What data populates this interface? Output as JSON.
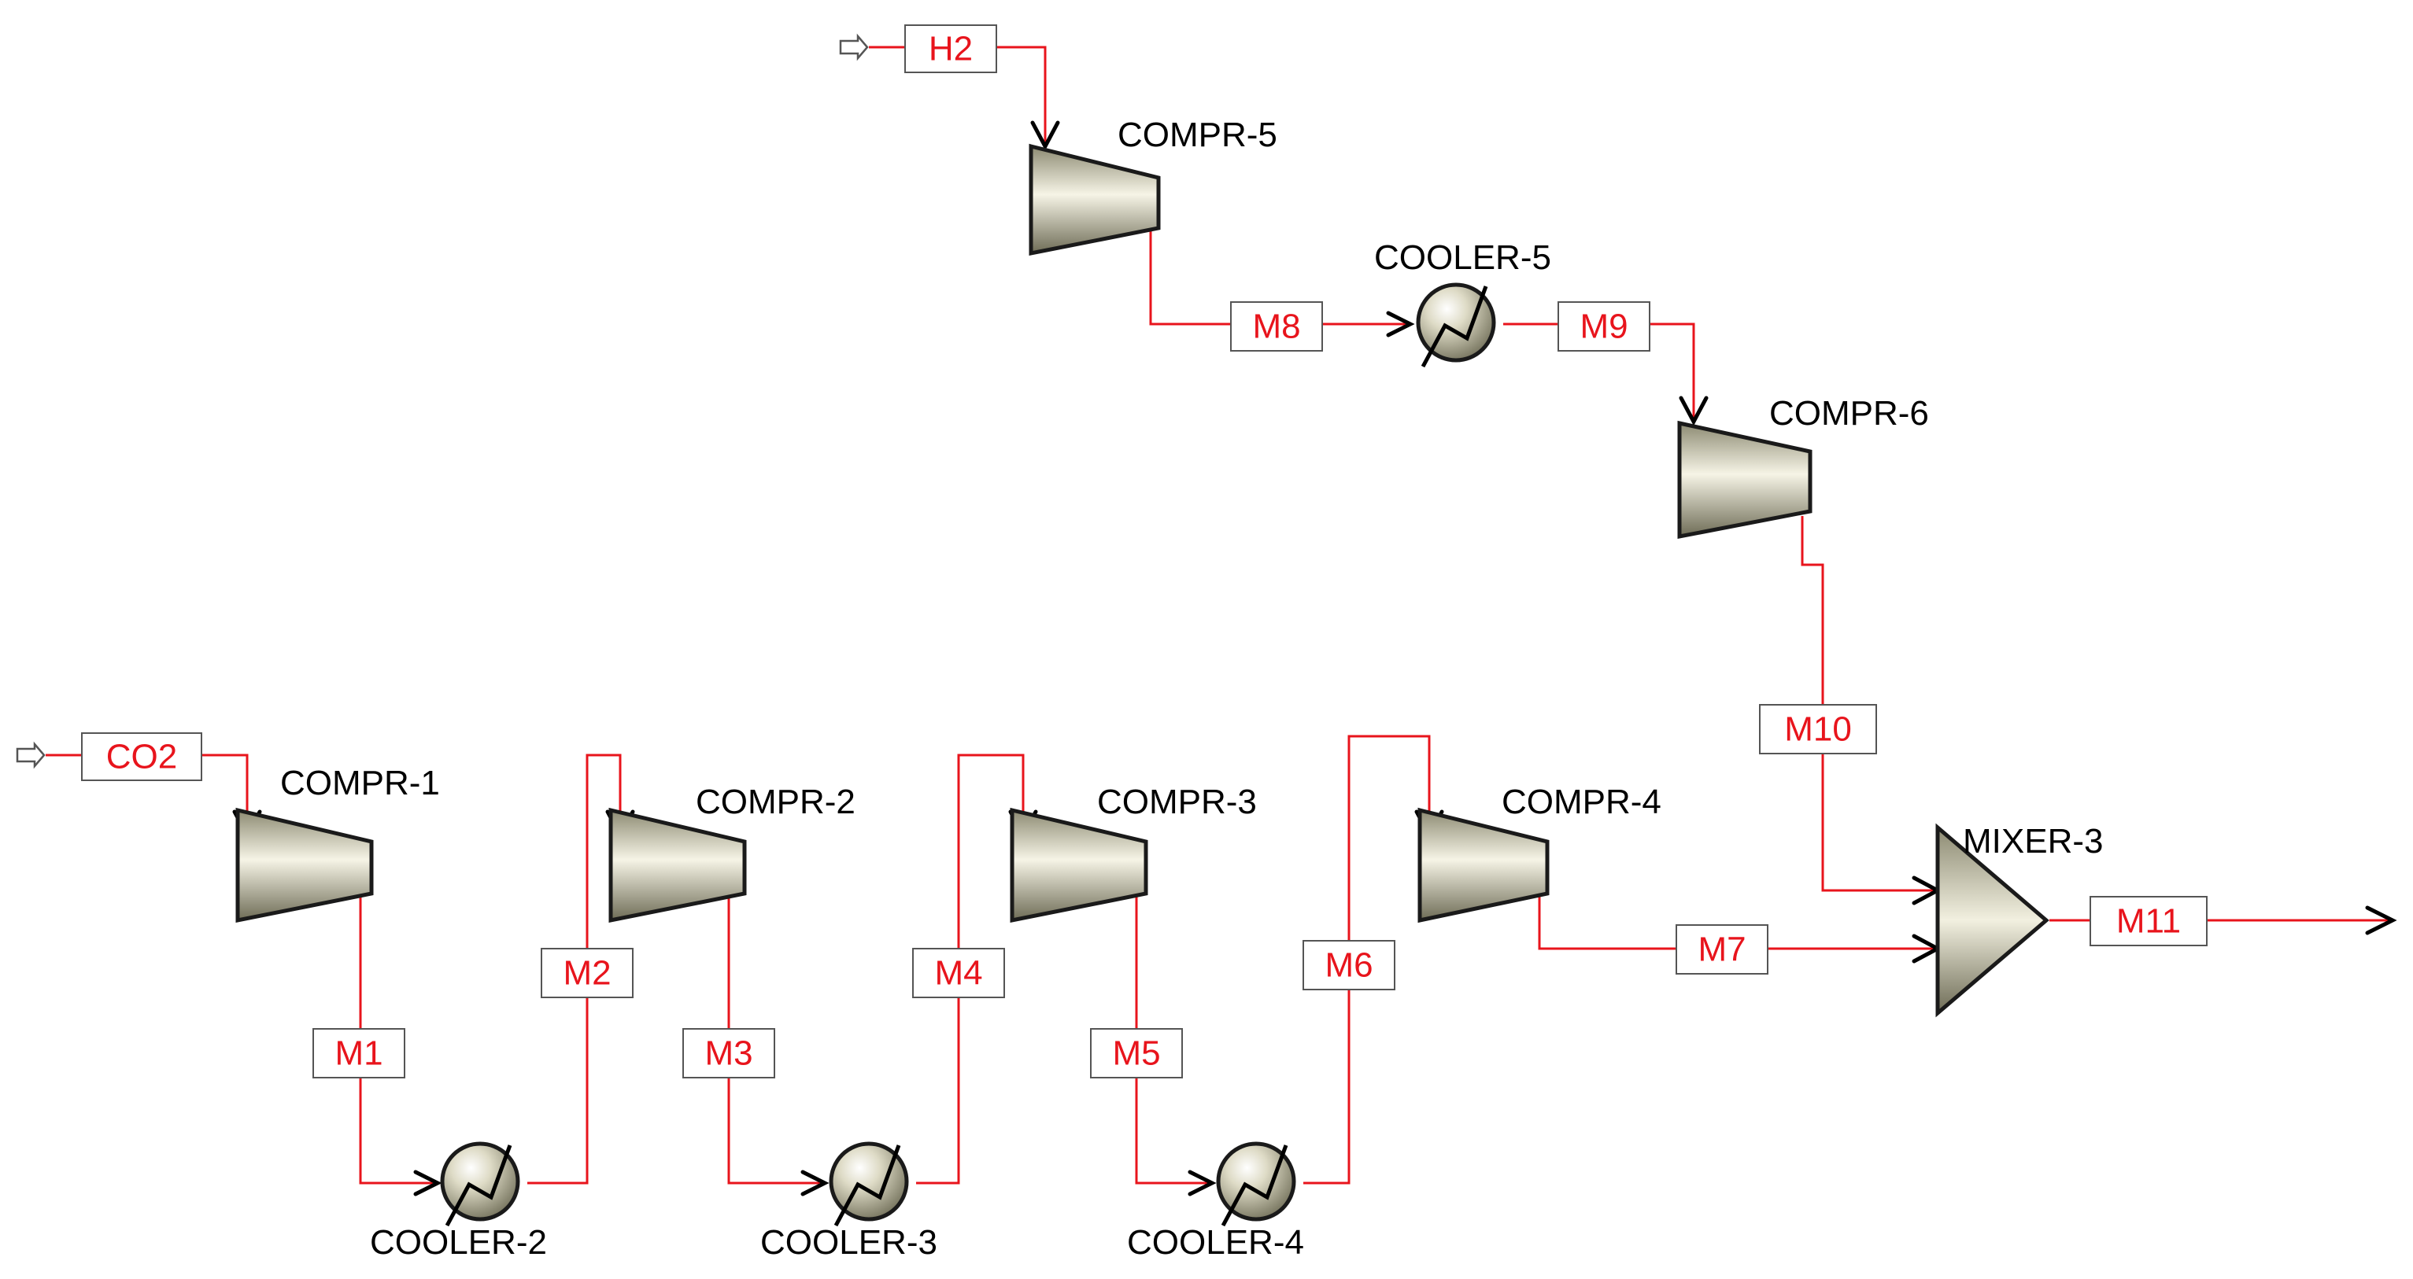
{
  "colors": {
    "stream": "#e8141c",
    "equipment_fill_light": "#f6f4e6",
    "equipment_fill_dark": "#8c8a72",
    "outline": "#1a1a1a"
  },
  "feeds": {
    "h2": "H2",
    "co2": "CO2"
  },
  "compressors": {
    "c1": "COMPR-1",
    "c2": "COMPR-2",
    "c3": "COMPR-3",
    "c4": "COMPR-4",
    "c5": "COMPR-5",
    "c6": "COMPR-6"
  },
  "coolers": {
    "k2": "COOLER-2",
    "k3": "COOLER-3",
    "k4": "COOLER-4",
    "k5": "COOLER-5"
  },
  "mixer": "MIXER-3",
  "streams": {
    "m1": "M1",
    "m2": "M2",
    "m3": "M3",
    "m4": "M4",
    "m5": "M5",
    "m6": "M6",
    "m7": "M7",
    "m8": "M8",
    "m9": "M9",
    "m10": "M10",
    "m11": "M11"
  }
}
